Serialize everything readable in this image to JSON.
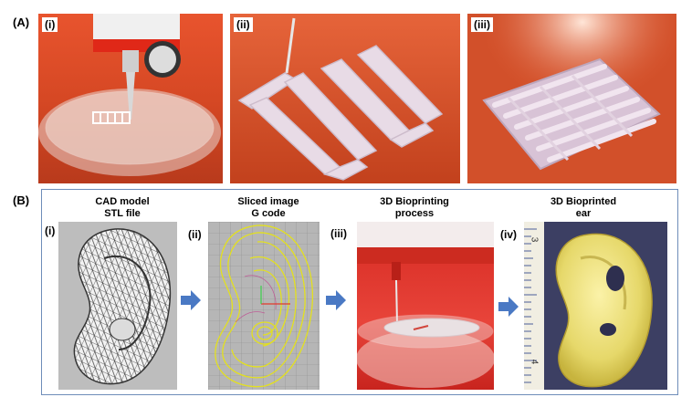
{
  "panel_a": {
    "label": "(A)",
    "subpanels": [
      {
        "label": "(i)"
      },
      {
        "label": "(ii)"
      },
      {
        "label": "(iii)"
      }
    ]
  },
  "panel_b": {
    "label": "(B)",
    "steps": [
      {
        "label": "(i)",
        "caption_line1": "CAD model",
        "caption_line2": "STL file"
      },
      {
        "label": "(ii)",
        "caption_line1": "Sliced image",
        "caption_line2": "G code"
      },
      {
        "label": "(iii)",
        "caption_line1": "3D Bioprinting",
        "caption_line2": "process"
      },
      {
        "label": "(iv)",
        "caption_line1": "3D Bioprinted",
        "caption_line2": "ear"
      }
    ],
    "ruler_marks": [
      "3",
      "4"
    ]
  },
  "colors": {
    "arrow": "#4a79c4",
    "frame": "#6f8db9",
    "orange_bg": "#d9532a"
  }
}
